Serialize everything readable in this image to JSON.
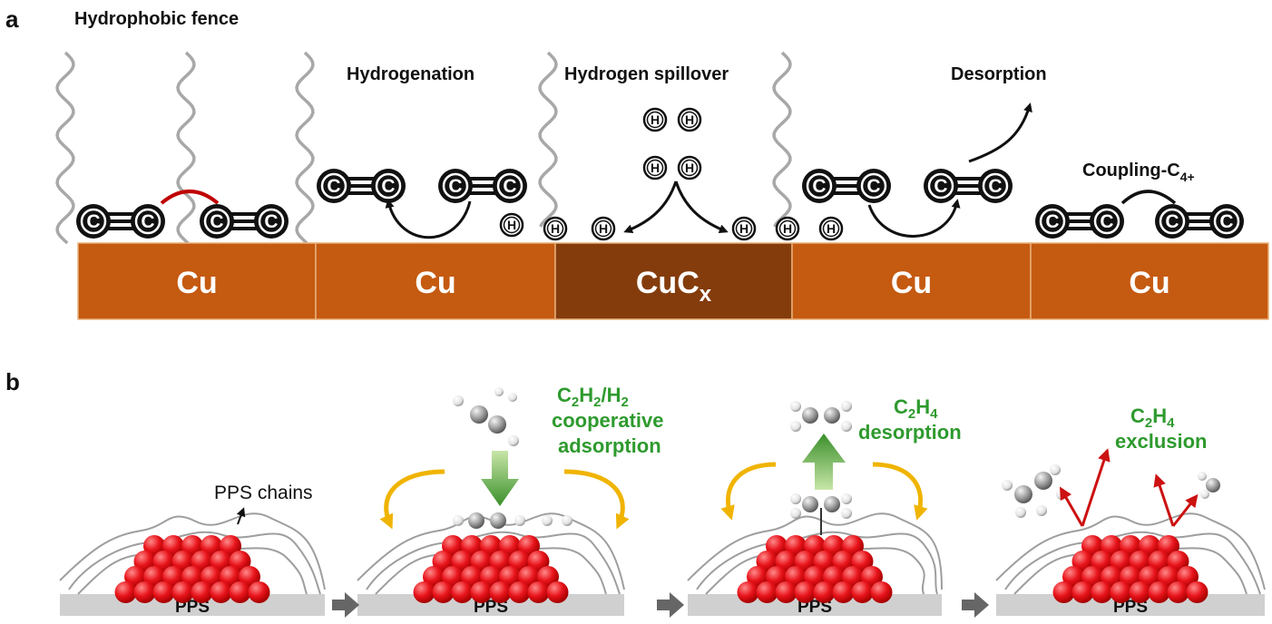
{
  "panel_a": {
    "letter": "a",
    "labels": {
      "fence": "Hydrophobic fence",
      "hydrogenation": "Hydrogenation",
      "spillover": "Hydrogen spillover",
      "desorption": "Desorption",
      "coupling": "Coupling-C",
      "coupling_sub": "4+"
    },
    "segments": [
      {
        "label": "Cu",
        "color": "#c55a11"
      },
      {
        "label": "Cu",
        "color": "#c55a11"
      },
      {
        "label": "CuC",
        "sub": "x",
        "color": "#843c0c"
      },
      {
        "label": "Cu",
        "color": "#c55a11"
      },
      {
        "label": "Cu",
        "color": "#c55a11"
      }
    ],
    "atom_c": "C",
    "atom_h": "H"
  },
  "panel_b": {
    "letter": "b",
    "chains_label": "PPS chains",
    "substrate_label": "PPS",
    "step2": {
      "line1": "C",
      "sub1": "2",
      "mid1": "H",
      "sub2": "2",
      "mid2": "/H",
      "sub3": "2",
      "line2": "cooperative",
      "line3": "adsorption"
    },
    "step3": {
      "line1": "C",
      "sub1": "2",
      "mid1": "H",
      "sub2": "4",
      "line2": "desorption"
    },
    "step4": {
      "line1": "C",
      "sub1": "2",
      "mid1": "H",
      "sub2": "4",
      "line2": "exclusion"
    },
    "colors": {
      "particle": "#e8141b",
      "label_green": "#2e9a2e",
      "curved_arrow": "#f0b400",
      "exclusion_arrow": "#cc1111",
      "substrate": "#d0d0d0"
    }
  }
}
